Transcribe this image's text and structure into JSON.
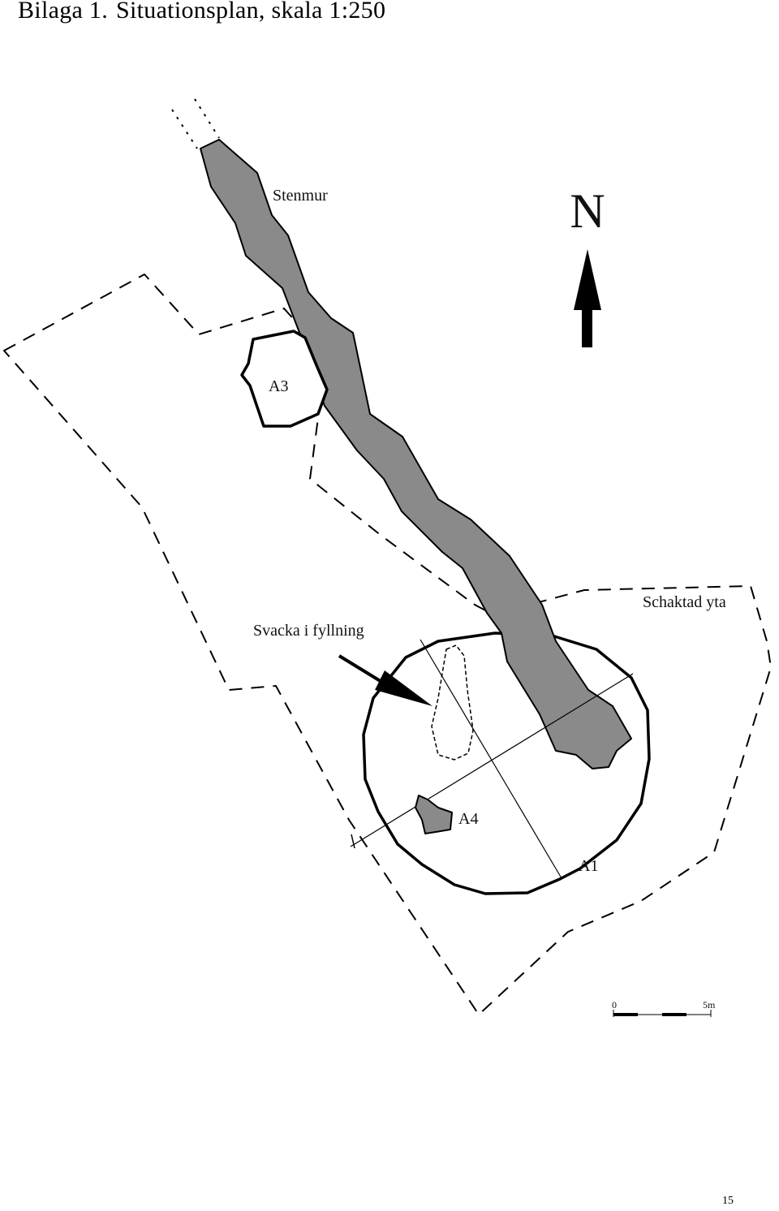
{
  "header": {
    "prefix": "Bilaga 1.",
    "title": "Situationsplan, skala 1:250"
  },
  "map": {
    "north_label": "N",
    "labels": {
      "wall": "Stenmur",
      "a3": "A3",
      "excavated": "Schaktad yta",
      "depression": "Svacka i fyllning",
      "a4": "A4",
      "a1": "A1"
    },
    "scale_bar": {
      "start": "0",
      "end": "5m"
    },
    "colors": {
      "wall_fill": "#8a8a8a",
      "line": "#000000"
    }
  },
  "footer": {
    "page_number": "15"
  }
}
